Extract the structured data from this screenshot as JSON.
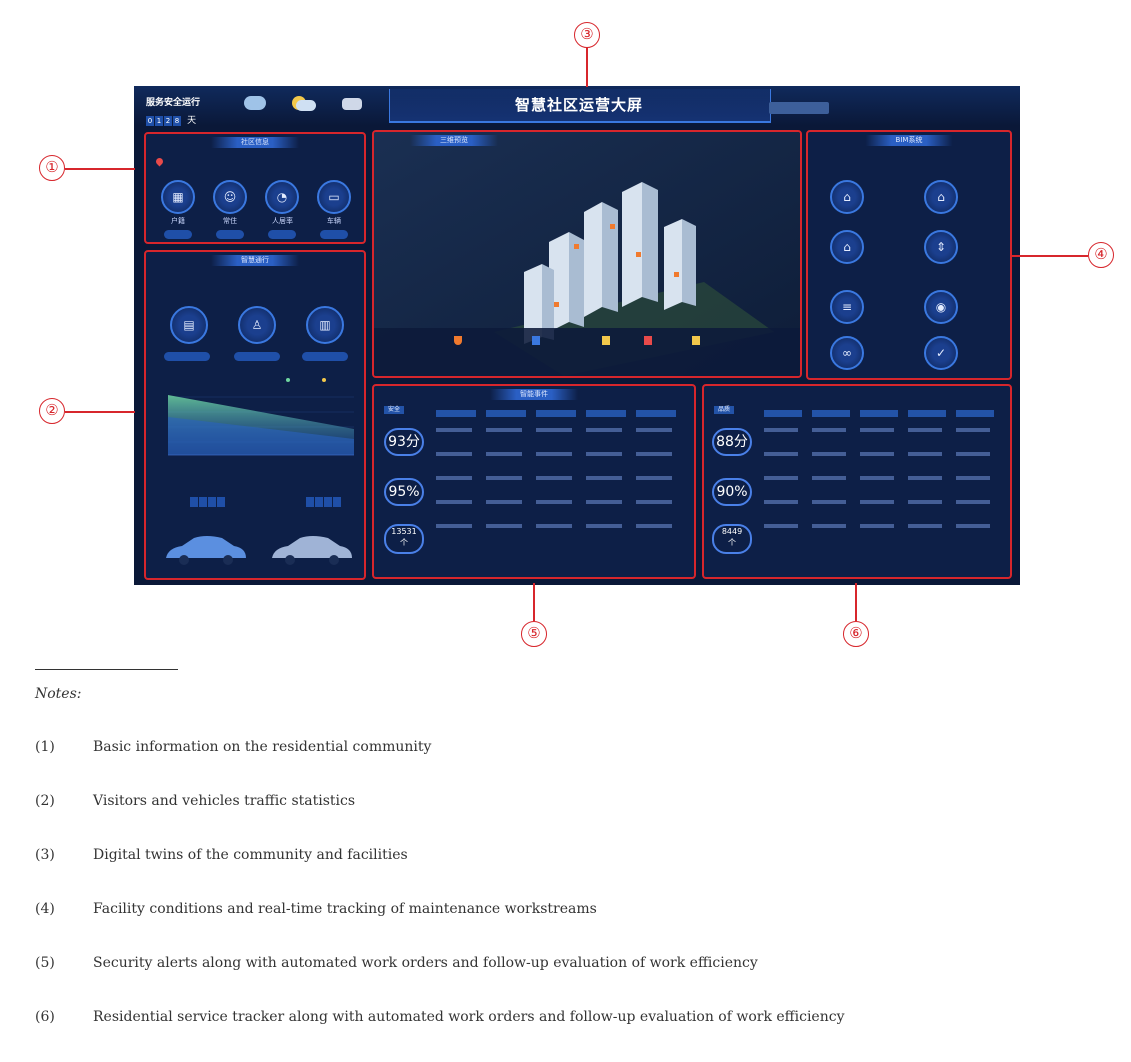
{
  "header": {
    "title": "智慧社区运营大屏",
    "service_label": "服务安全运行",
    "days_digits": [
      "0",
      "1",
      "2",
      "8"
    ],
    "days_unit": "天"
  },
  "panel1": {
    "title": "社区信息",
    "icons": [
      {
        "icon": "building-icon",
        "label": "户籍"
      },
      {
        "icon": "person-icon",
        "label": "常住"
      },
      {
        "icon": "pie-icon",
        "label": "人居率"
      },
      {
        "icon": "car-icon",
        "label": "车辆"
      }
    ]
  },
  "panel2": {
    "title": "智慧通行",
    "entries": [
      {
        "icon": "id-card-icon"
      },
      {
        "icon": "person-walk-icon"
      },
      {
        "icon": "gate-icon"
      }
    ]
  },
  "panel3": {
    "title": "三维预览",
    "devices": [
      {
        "icon": "shield-icon"
      },
      {
        "icon": "camera-icon"
      },
      {
        "icon": "fire-icon"
      },
      {
        "icon": "car-icon"
      },
      {
        "icon": "wrench-icon"
      }
    ]
  },
  "panel4": {
    "title": "BIM系统"
  },
  "panel5": {
    "title": "智能事件",
    "tag": "安全",
    "scores": [
      "93分",
      "95%",
      "13531\n个"
    ],
    "rows": 5
  },
  "panel6": {
    "tag": "品质",
    "scores": [
      "88分",
      "90%",
      "8449\n个"
    ],
    "rows": 5
  },
  "callouts": [
    "①",
    "②",
    "③",
    "④",
    "⑤",
    "⑥"
  ],
  "notes": {
    "heading": "Notes:",
    "items": [
      {
        "num": "(1)",
        "text": "Basic information on the residential community"
      },
      {
        "num": "(2)",
        "text": "Visitors and vehicles traffic statistics"
      },
      {
        "num": "(3)",
        "text": "Digital twins of the community and facilities"
      },
      {
        "num": "(4)",
        "text": "Facility conditions and real-time tracking of maintenance workstreams"
      },
      {
        "num": "(5)",
        "text": "Security alerts along with automated work orders and follow-up evaluation of work efficiency"
      },
      {
        "num": "(6)",
        "text": "Residential service tracker along with automated work orders and follow-up evaluation of work efficiency"
      }
    ]
  },
  "colors": {
    "accent": "#d7262c",
    "dashboard_bg": "#0a1838",
    "panel_blue": "#2a5fc4"
  }
}
